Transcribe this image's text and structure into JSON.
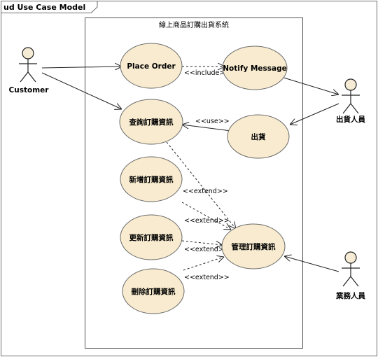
{
  "diagram": {
    "frame_title": "ud Use Case Model",
    "system_title": "線上商品訂購出貨系統",
    "use_cases": {
      "place_order": "Place Order",
      "notify_message": "Notify Message",
      "query_order": "查詢訂購資訊",
      "ship": "出貨",
      "add_order": "新增訂購資訊",
      "update_order": "更新訂購資訊",
      "manage_order": "管理訂購資訊",
      "delete_order": "刪除訂購資訊"
    },
    "actors": {
      "customer": "Customer",
      "shipper": "出貨人員",
      "sales": "業務人員"
    },
    "stereotypes": {
      "include": "<<include>>",
      "use": "<<use>>",
      "extend_add": "<<extend>>",
      "extend_query": "<<extend>>",
      "extend_update": "<<extend>>",
      "extend_delete": "<<extend>>"
    }
  }
}
